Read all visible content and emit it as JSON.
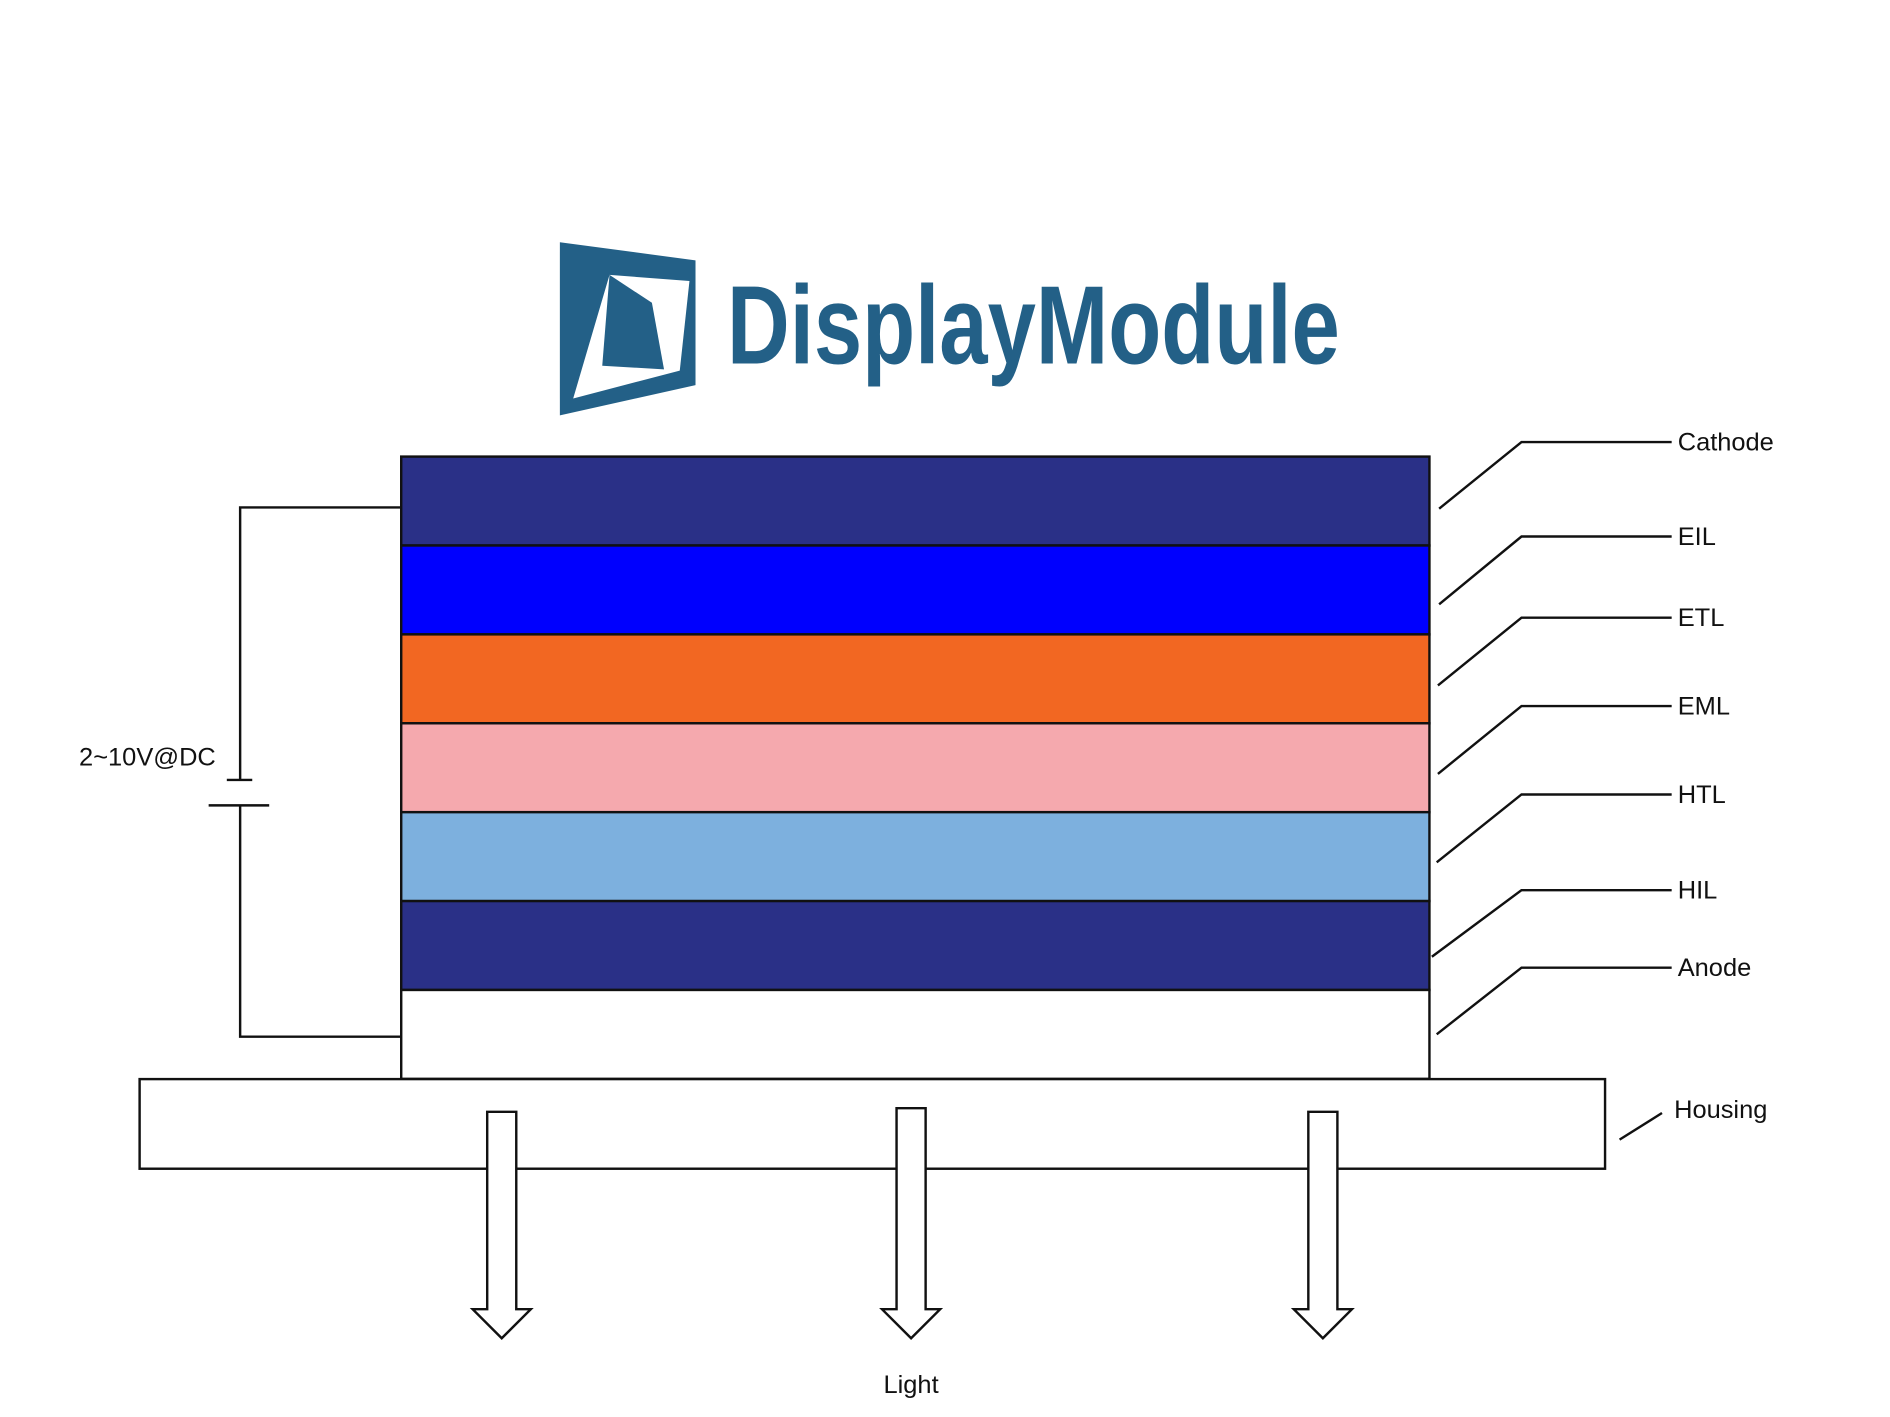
{
  "logo": {
    "text": "DisplayModule",
    "color": "#236087"
  },
  "layers": [
    {
      "label": "Cathode",
      "color": "#2a3087"
    },
    {
      "label": "EIL",
      "color": "#0000fe"
    },
    {
      "label": "ETL",
      "color": "#f26722"
    },
    {
      "label": "EML",
      "color": "#f5a9ae"
    },
    {
      "label": "HTL",
      "color": "#7db0de"
    },
    {
      "label": "HIL",
      "color": "#2a3087"
    },
    {
      "label": "Anode",
      "color": "#ffffff"
    }
  ],
  "housing": {
    "label": "Housing"
  },
  "power": {
    "label": "2~10V@DC"
  },
  "light": {
    "label": "Light"
  }
}
